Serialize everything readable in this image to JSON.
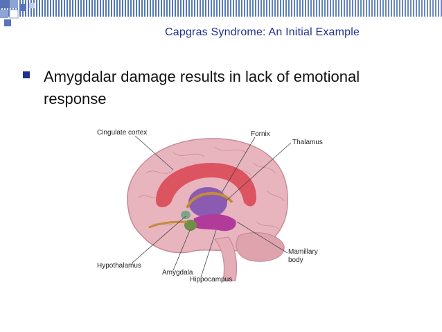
{
  "slide": {
    "title": "Capgras Syndrome: An Initial Example",
    "bullet": "Amygdalar damage results in lack of emotional response"
  },
  "figure": {
    "labels": {
      "cingulate_cortex": "Cingulate cortex",
      "fornix": "Fornix",
      "thalamus": "Thalamus",
      "hypothalamus": "Hypothalamus",
      "amygdala": "Amygdala",
      "hippocampus": "Hippocampus",
      "mamillary": "Mamillary",
      "body": "body"
    }
  },
  "colors": {
    "accent": "#1f2f8f",
    "band": "#5577b5",
    "brain": "#e8b5bf",
    "cingulate": "#d9434f",
    "thalamus": "#8a5bb0",
    "hippocampus": "#b23a9a",
    "amygdala": "#6f8f4a"
  }
}
